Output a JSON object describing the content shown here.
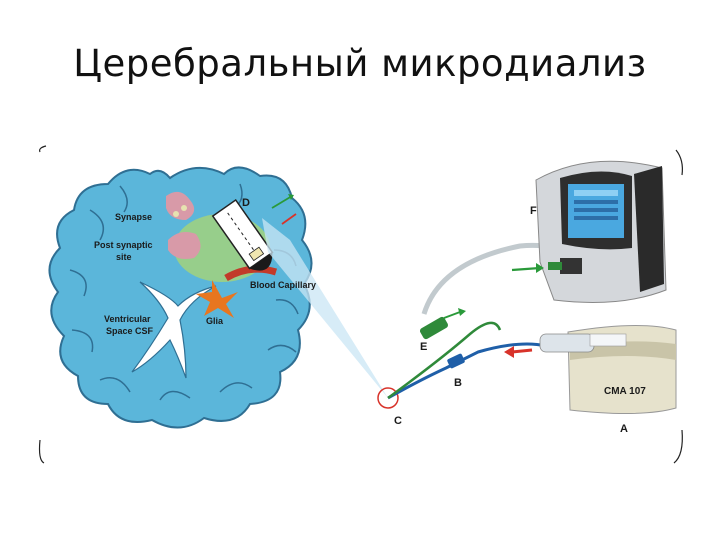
{
  "title": "Церебральный микродиализ",
  "labels": {
    "synapse": "Synapse",
    "post_synaptic_line1": "Post synaptic",
    "post_synaptic_line2": "site",
    "ventricular_line1": "Ventricular",
    "ventricular_line2": "Space CSF",
    "glia": "Glia",
    "blood_capillary": "Blood Capillary",
    "a": "A",
    "b": "B",
    "c": "C",
    "d": "D",
    "e": "E",
    "f": "F"
  },
  "pump_label": {
    "model": "CMA 107"
  },
  "colors": {
    "brain": "#5bb6da",
    "brain_outline": "#2f6f93",
    "probe_highlight": "#c8e24a",
    "tube": "#1f5fa8",
    "tube_green": "#2f8a3a",
    "arrow_red": "#d8332a",
    "arrow_green": "#2a9a3a",
    "probe_circle": "#d8332a"
  }
}
